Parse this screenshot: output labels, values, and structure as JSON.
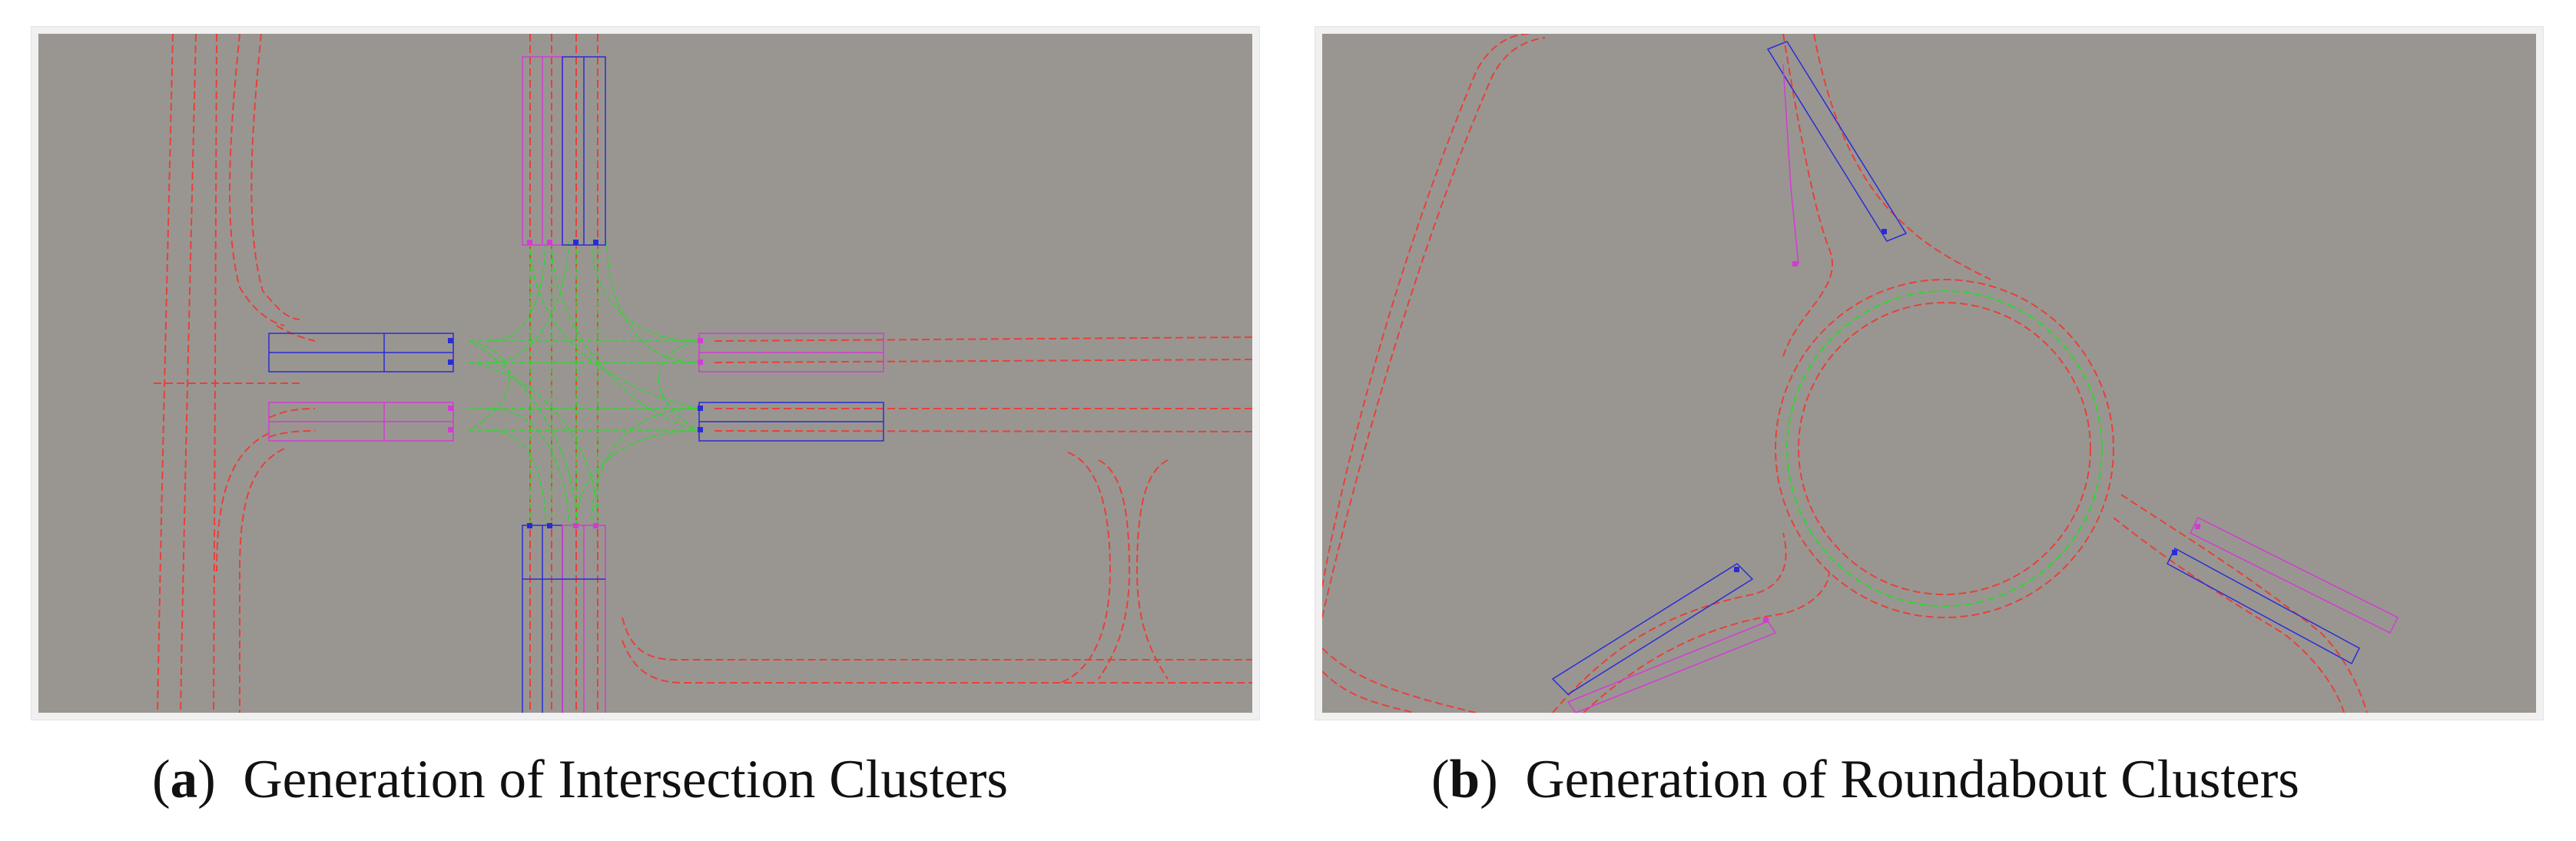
{
  "panels": [
    {
      "id": "a",
      "letter": "a",
      "title": "Generation of Intersection Clusters",
      "background_color": "#999691",
      "road_color": "#e8403a",
      "connector_color": "#2fd62f",
      "cluster_color_1": "#d33cd3",
      "cluster_color_2": "#2b2bd6"
    },
    {
      "id": "b",
      "letter": "b",
      "title": "Generation of Roundabout Clusters",
      "background_color": "#999691",
      "road_color": "#e8403a",
      "connector_color": "#2fd62f",
      "cluster_color_1": "#d33cd3",
      "cluster_color_2": "#2b2bd6"
    }
  ],
  "caption_open": "(",
  "caption_close": ")"
}
